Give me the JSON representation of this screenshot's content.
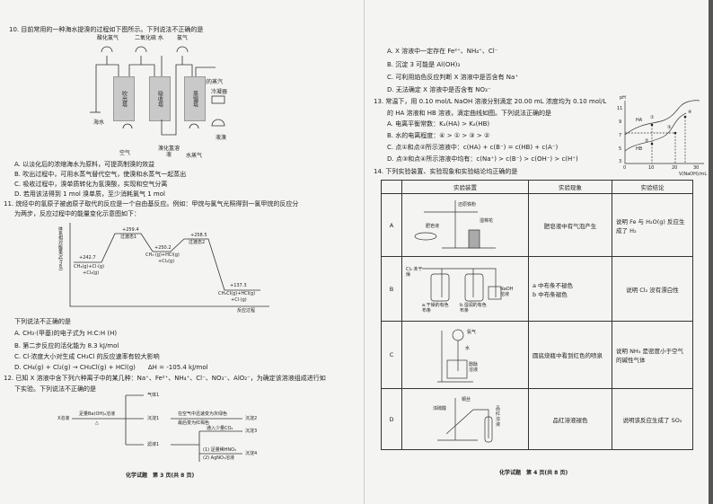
{
  "left": {
    "q10": {
      "stem": "10. 目前常用的一种海水提溴的过程如下图所示。下列说法不正确的是",
      "diagram": {
        "acid_chlorine": "酸化氯气",
        "so2_water": "二氧化硫 水",
        "chlorine": "氯气",
        "bromine_vapor": "溴的蒸汽",
        "condenser": "冷凝器",
        "seawater": "海水",
        "tower1": "吹出塔",
        "tower2": "吸收塔",
        "tower3": "蒸馏塔",
        "air": "空气",
        "hbr_solution": "溴化氢溶液",
        "steam": "水蒸气",
        "liquid_bromine": "液溴"
      },
      "options": [
        "A. 以淡化后的浓缩海水为原料，可提高制溴的效益",
        "B. 吹出过程中，可用水蒸气替代空气，使溴和水蒸气一起蒸出",
        "C. 吸收过程中，溴单质转化为氢溴酸，实现和空气分离",
        "D. 若用该法得到 1 mol 溴单质，至少消耗氯气 1 mol"
      ]
    },
    "q11": {
      "stem1": "11. 烷烃中的氢原子被卤原子取代的反应是一个自由基反应。例如：甲烷与氯气光照得到一氯甲烷的反应分",
      "stem2": "为两步，反应过程中的能量变化示意图如下：",
      "chart": {
        "ylabel": "体系相对能量(kJ/mol)",
        "xlabel": "反应过程",
        "levels": [
          {
            "value": "+242.7",
            "l1": "CH₄(g)+Cl·(g)",
            "l2": "+Cl₂(g)"
          },
          {
            "value": "+259.4",
            "l1": "过渡态1",
            "l2": ""
          },
          {
            "value": "+250.2",
            "l1": "CH₃·(g)+HCl(g)",
            "l2": "+Cl₂(g)"
          },
          {
            "value": "+258.5",
            "l1": "过渡态2",
            "l2": ""
          },
          {
            "value": "+137.3",
            "l1": "CH₃Cl(g)+HCl(g)",
            "l2": "+Cl·(g)"
          }
        ]
      },
      "question": "下列说法不正确的是",
      "options": [
        "A. CH₃·(甲基)的电子式为 H:C:H (H)",
        "B. 第二步反应的活化能为 8.3 kJ/mol",
        "C. Cl·浓度大小对生成 CH₃Cl 的反应速率有较大影响",
        "D. CH₄(g) + Cl₂(g) → CH₃Cl(g) + HCl(g)　　ΔH = -105.4 kJ/mol"
      ]
    },
    "q12": {
      "stem1": "12. 已知 X 溶液中含下列六种离子中的某几种：Na⁺、Fe²⁺、NH₄⁺、Cl⁻、NO₃⁻、AlO₂⁻，为确定该溶液组成进行如",
      "stem2": "下实验。下列说法不正确的是",
      "flow": {
        "x_solution": "X溶液",
        "reagent": "足量Ba(OH)₂溶液",
        "heat": "△",
        "gas1": "气体1",
        "ppt1": "沉淀1",
        "filtrate1": "滤液1",
        "air_top": "在空气中迅速变为灰绿色",
        "air_bottom": "最后变为红褐色",
        "ppt2": "沉淀2",
        "co2": "通入少量CO₂",
        "ppt3": "沉淀3",
        "hno3": "(1) 足量稀HNO₃",
        "agno3": "(2) AgNO₃溶液",
        "ppt4": "沉淀4"
      }
    },
    "footer": "化学试题　第 3 页(共 8 页)"
  },
  "right": {
    "q12_options": [
      "A. X 溶液中一定存在 Fe²⁺、NH₄⁺、Cl⁻",
      "B. 沉淀 3 可能是 Al(OH)₃",
      "C. 可利用焰色反应判断 X 溶液中是否含有 Na⁺",
      "D. 无法确定 X 溶液中是否含有 NO₃⁻"
    ],
    "q13": {
      "stem1": "13. 常温下，用 0.10 mol/L NaOH 溶液分别滴定 20.00 mL 浓度均为 0.10 mol/L",
      "stem2": "的 HA 溶液和 HB 溶液，滴定曲线如图。下列说法正确的是",
      "options": [
        "A. 电离平衡常数：Kₐ(HA) > Kₐ(HB)",
        "B. 水的电离程度：④ > ① > ③ > ②",
        "C. 点①和点②所示溶液中：c(HA) + c(B⁻) = c(HB) + c(A⁻)",
        "D. 点③和点④所示溶液中均有：c(Na⁺) > c(B⁻) > c(OH⁻) > c(H⁺)"
      ],
      "chart": {
        "ylabel": "pH",
        "xlabel": "V(NaOH)/mL",
        "yticks": [
          "3",
          "5",
          "7",
          "9",
          "11"
        ],
        "xticks": [
          "0",
          "10",
          "20",
          "30"
        ],
        "curve_a": "HA",
        "curve_b": "HB",
        "p1": "①",
        "p2": "②",
        "p3": "③",
        "p4": "④"
      }
    },
    "q14": {
      "stem": "14. 下列实验装置、实验现象和实验结论均正确的是",
      "headers": [
        "",
        "实验装置",
        "实验现象",
        "实验结论"
      ],
      "rows": [
        {
          "label": "A",
          "apparatus": [
            "还原铁粉",
            "湿棉花",
            "肥皂液"
          ],
          "phenomenon": "肥皂液中有气泡产生",
          "conclusion": "说明 Fe 与 H₂O(g) 反应生成了 H₂"
        },
        {
          "label": "B",
          "apparatus": [
            "Cl₂ 未干燥",
            "a.干燥的有色布条",
            "b.湿润的有色布条",
            "NaOH 溶液"
          ],
          "phenomenon": "a 中布条不褪色\nb 中布条褪色",
          "conclusion": "说明 Cl₂ 没有漂白性"
        },
        {
          "label": "C",
          "apparatus": [
            "氨气",
            "水",
            "酚酞溶液"
          ],
          "phenomenon": "圆底烧瓶中看到红色的喷泉",
          "conclusion": "说明 NH₃ 是密度小于空气的碱性气体"
        },
        {
          "label": "D",
          "apparatus": [
            "铜丝",
            "浓硫酸",
            "品红溶液"
          ],
          "phenomenon": "品红溶液褪色",
          "conclusion": "说明该反应生成了 SO₂"
        }
      ]
    },
    "footer": "化学试题　第 4 页(共 8 页)"
  }
}
